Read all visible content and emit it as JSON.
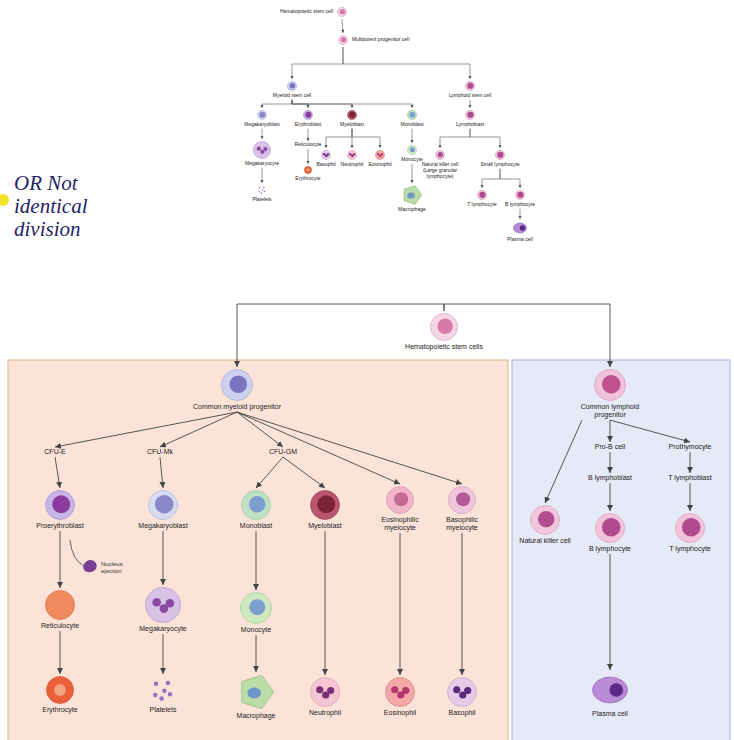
{
  "diagram": {
    "nodes": [
      {
        "text": [
          "Hematopoietic stem cell"
        ]
      },
      {
        "text": [
          "Multipotent progenitor cell"
        ]
      },
      {
        "text": [
          "Myeloid stem cell"
        ]
      },
      {
        "text": [
          "Lymphoid stem cell"
        ]
      },
      {
        "text": [
          "Megakaryoblast"
        ]
      },
      {
        "text": [
          "Erythroblast"
        ]
      },
      {
        "text": [
          "Myeloblast"
        ]
      },
      {
        "text": [
          "Monoblast"
        ]
      },
      {
        "text": [
          "Lymphoblast"
        ]
      },
      {
        "text": [
          "Megakaryocyte"
        ]
      },
      {
        "text": [
          "Reticulocyte"
        ]
      },
      {
        "text": [
          "Basophil"
        ]
      },
      {
        "text": [
          "Neutrophil"
        ]
      },
      {
        "text": [
          "Eosinophil"
        ]
      },
      {
        "text": [
          "Monocyte"
        ]
      },
      {
        "text": [
          "Natural killer cell (Large granular lymphocyte)"
        ]
      },
      {
        "text": [
          "Small lymphocyte"
        ]
      },
      {
        "text": [
          "Platelets"
        ]
      },
      {
        "text": [
          "Erythrocyte"
        ]
      },
      {
        "text": [
          "Macrophage"
        ]
      },
      {
        "text": [
          "T lymphocyte"
        ]
      },
      {
        "text": [
          "B lymphocyte"
        ]
      },
      {
        "text": [
          "Plasma cell"
        ]
      },
      {
        "text": [
          "Hematopoietic stem cells"
        ]
      },
      {
        "text": [
          "Common myeloid progenitor"
        ]
      },
      {
        "text": [
          "Common lymphoid progenitor"
        ]
      },
      {
        "text": [
          "CFU-E"
        ]
      },
      {
        "text": [
          "CFU-Mk"
        ]
      },
      {
        "text": [
          "CFU-GM"
        ]
      },
      {
        "text": [
          "Proerythroblast"
        ]
      },
      {
        "text": [
          "Megakaryoblast"
        ]
      },
      {
        "text": [
          "Monoblast"
        ]
      },
      {
        "text": [
          "Myeloblast"
        ]
      },
      {
        "text": [
          "Eosinophilic myelocyte"
        ]
      },
      {
        "text": [
          "Basophilic myelocyte"
        ]
      },
      {
        "text": [
          "Pro-B cell"
        ]
      },
      {
        "text": [
          "Prothymocyte"
        ]
      },
      {
        "text": [
          "Natural killer cell"
        ]
      },
      {
        "text": [
          "B lymphoblast"
        ]
      },
      {
        "text": [
          "T lymphoblast"
        ]
      },
      {
        "text": [
          "Reticulocyte"
        ]
      },
      {
        "text": [
          "Megakaryocyte"
        ]
      },
      {
        "text": [
          "Monocyte"
        ]
      },
      {
        "text": [
          "B lymphocyte"
        ]
      },
      {
        "text": [
          "T lymphocyte"
        ]
      },
      {
        "text": [
          "Erythrocyte"
        ]
      },
      {
        "text": [
          "Platelets"
        ]
      },
      {
        "text": [
          "Macrophage"
        ]
      },
      {
        "text": [
          "Neutrophil"
        ]
      },
      {
        "text": [
          "Eosinophil"
        ]
      },
      {
        "text": [
          "Basophil"
        ]
      },
      {
        "text": [
          "Plasma cell"
        ]
      }
    ],
    "edges": [
      {
        "from": 0,
        "to": 1,
        "arrow": "to"
      },
      {
        "from": 1,
        "to": 2,
        "arrow": "to"
      },
      {
        "from": 1,
        "to": 3,
        "arrow": "to"
      },
      {
        "from": 2,
        "to": 4,
        "arrow": "to"
      },
      {
        "from": 2,
        "to": 5,
        "arrow": "to"
      },
      {
        "from": 2,
        "to": 6,
        "arrow": "to"
      },
      {
        "from": 2,
        "to": 7,
        "arrow": "to"
      },
      {
        "from": 3,
        "to": 8,
        "arrow": "to"
      },
      {
        "from": 4,
        "to": 9,
        "arrow": "to"
      },
      {
        "from": 9,
        "to": 17,
        "arrow": "to"
      },
      {
        "from": 5,
        "to": 10,
        "arrow": "to"
      },
      {
        "from": 10,
        "to": 18,
        "arrow": "to"
      },
      {
        "from": 6,
        "to": 11,
        "arrow": "to"
      },
      {
        "from": 6,
        "to": 12,
        "arrow": "to"
      },
      {
        "from": 6,
        "to": 13,
        "arrow": "to"
      },
      {
        "from": 7,
        "to": 14,
        "arrow": "to"
      },
      {
        "from": 14,
        "to": 19,
        "arrow": "to"
      },
      {
        "from": 8,
        "to": 15,
        "arrow": "to"
      },
      {
        "from": 8,
        "to": 16,
        "arrow": "to"
      },
      {
        "from": 16,
        "to": 20,
        "arrow": "to"
      },
      {
        "from": 16,
        "to": 21,
        "arrow": "to"
      },
      {
        "from": 21,
        "to": 22,
        "arrow": "to"
      },
      {
        "from": 23,
        "to": 24,
        "arrow": "to"
      },
      {
        "from": 23,
        "to": 25,
        "arrow": "to"
      },
      {
        "from": 24,
        "to": 26,
        "arrow": "to"
      },
      {
        "from": 24,
        "to": 27,
        "arrow": "to"
      },
      {
        "from": 24,
        "to": 28,
        "arrow": "to"
      },
      {
        "from": 24,
        "to": 33,
        "arrow": "to"
      },
      {
        "from": 24,
        "to": 34,
        "arrow": "to"
      },
      {
        "from": 26,
        "to": 29,
        "arrow": "to"
      },
      {
        "from": 27,
        "to": 30,
        "arrow": "to"
      },
      {
        "from": 28,
        "to": 31,
        "arrow": "to"
      },
      {
        "from": 28,
        "to": 32,
        "arrow": "to"
      },
      {
        "from": 29,
        "to": 40,
        "arrow": "to"
      },
      {
        "from": 30,
        "to": 41,
        "arrow": "to"
      },
      {
        "from": 31,
        "to": 42,
        "arrow": "to"
      },
      {
        "from": 40,
        "to": 45,
        "arrow": "to"
      },
      {
        "from": 41,
        "to": 46,
        "arrow": "to"
      },
      {
        "from": 42,
        "to": 47,
        "arrow": "to"
      },
      {
        "from": 32,
        "to": 48,
        "arrow": "to"
      },
      {
        "from": 33,
        "to": 49,
        "arrow": "to"
      },
      {
        "from": 34,
        "to": 50,
        "arrow": "to"
      },
      {
        "from": 25,
        "to": 37,
        "arrow": "to"
      },
      {
        "from": 25,
        "to": 35,
        "arrow": "to"
      },
      {
        "from": 25,
        "to": 36,
        "arrow": "to"
      },
      {
        "from": 35,
        "to": 38,
        "arrow": "to"
      },
      {
        "from": 36,
        "to": 39,
        "arrow": "to"
      },
      {
        "from": 38,
        "to": 43,
        "arrow": "to"
      },
      {
        "from": 39,
        "to": 44,
        "arrow": "to"
      },
      {
        "from": 43,
        "to": 51,
        "arrow": "to"
      }
    ],
    "labels": [
      "OR Not identical division",
      "Nucleus ejection"
    ]
  }
}
